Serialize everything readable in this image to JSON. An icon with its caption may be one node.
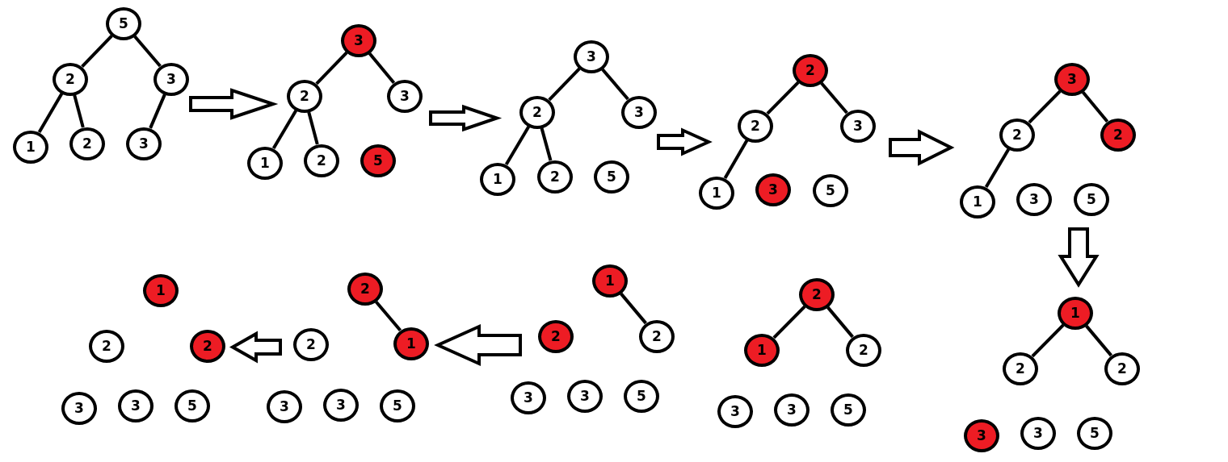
{
  "diagram": {
    "nodes": [
      {
        "text": [],
        "shape": "picture"
      },
      {
        "text": [
          "5"
        ],
        "in": 0
      },
      {
        "text": [
          "2"
        ],
        "in": 0
      },
      {
        "text": [
          "3"
        ],
        "in": 0
      },
      {
        "text": [
          "1"
        ],
        "in": 0
      },
      {
        "text": [
          "2"
        ],
        "in": 0
      },
      {
        "text": [
          "3"
        ],
        "in": 0
      },
      {
        "text": [],
        "shape": "picture"
      },
      {
        "text": [
          "3"
        ],
        "in": 7
      },
      {
        "text": [
          "2"
        ],
        "in": 7
      },
      {
        "text": [
          "3"
        ],
        "in": 7
      },
      {
        "text": [
          "1"
        ],
        "in": 7
      },
      {
        "text": [
          "2"
        ],
        "in": 7
      },
      {
        "text": [
          "5"
        ],
        "in": 7
      },
      {
        "text": [],
        "shape": "picture"
      },
      {
        "text": [
          "3"
        ],
        "in": 14
      },
      {
        "text": [
          "2"
        ],
        "in": 14
      },
      {
        "text": [
          "3"
        ],
        "in": 14
      },
      {
        "text": [
          "1"
        ],
        "in": 14
      },
      {
        "text": [
          "2"
        ],
        "in": 14
      },
      {
        "text": [
          "5"
        ],
        "in": 14
      },
      {
        "text": [],
        "shape": "picture"
      },
      {
        "text": [
          "2"
        ],
        "in": 21
      },
      {
        "text": [
          "2"
        ],
        "in": 21
      },
      {
        "text": [
          "3"
        ],
        "in": 21
      },
      {
        "text": [
          "1"
        ],
        "in": 21
      },
      {
        "text": [
          "3"
        ],
        "in": 21
      },
      {
        "text": [
          "5"
        ],
        "in": 21
      },
      {
        "text": [],
        "shape": "picture"
      },
      {
        "text": [
          "3"
        ],
        "in": 28
      },
      {
        "text": [
          "2"
        ],
        "in": 28
      },
      {
        "text": [
          "2"
        ],
        "in": 28
      },
      {
        "text": [
          "1"
        ],
        "in": 28
      },
      {
        "text": [
          "3"
        ],
        "in": 28
      },
      {
        "text": [
          "5"
        ],
        "in": 28
      },
      {
        "text": [],
        "shape": "picture"
      },
      {
        "text": [
          "1"
        ],
        "in": 35
      },
      {
        "text": [
          "2"
        ],
        "in": 35
      },
      {
        "text": [
          "2"
        ],
        "in": 35
      },
      {
        "text": [
          "3"
        ],
        "in": 35
      },
      {
        "text": [
          "3"
        ],
        "in": 35
      },
      {
        "text": [
          "5"
        ],
        "in": 35
      },
      {
        "text": [],
        "shape": "picture"
      },
      {
        "text": [
          "2"
        ],
        "in": 42
      },
      {
        "text": [
          "1"
        ],
        "in": 42
      },
      {
        "text": [
          "2"
        ],
        "in": 42
      },
      {
        "text": [
          "3"
        ],
        "in": 42
      },
      {
        "text": [
          "3"
        ],
        "in": 42
      },
      {
        "text": [
          "5"
        ],
        "in": 42
      },
      {
        "text": [],
        "shape": "picture"
      },
      {
        "text": [
          "1"
        ],
        "in": 49
      },
      {
        "text": [
          "2"
        ],
        "in": 49
      },
      {
        "text": [
          "2"
        ],
        "in": 49
      },
      {
        "text": [
          "3"
        ],
        "in": 49
      },
      {
        "text": [
          "3"
        ],
        "in": 49
      },
      {
        "text": [
          "5"
        ],
        "in": 49
      },
      {
        "text": [],
        "shape": "picture"
      },
      {
        "text": [
          "2"
        ],
        "in": 56
      },
      {
        "text": [
          "2"
        ],
        "in": 56
      },
      {
        "text": [
          "1"
        ],
        "in": 56
      },
      {
        "text": [
          "3"
        ],
        "in": 56
      },
      {
        "text": [
          "3"
        ],
        "in": 56
      },
      {
        "text": [
          "5"
        ],
        "in": 56
      },
      {
        "text": [],
        "shape": "picture"
      },
      {
        "text": [
          "1"
        ],
        "in": 63
      },
      {
        "text": [
          "2"
        ],
        "in": 63
      },
      {
        "text": [
          "2"
        ],
        "in": 63
      },
      {
        "text": [
          "3"
        ],
        "in": 63
      },
      {
        "text": [
          "3"
        ],
        "in": 63
      },
      {
        "text": [
          "5"
        ],
        "in": 63
      }
    ],
    "edges": [
      {
        "from": 1,
        "to": 2,
        "arrow": "none"
      },
      {
        "from": 1,
        "to": 3,
        "arrow": "none"
      },
      {
        "from": 2,
        "to": 4,
        "arrow": "none"
      },
      {
        "from": 2,
        "to": 5,
        "arrow": "none"
      },
      {
        "from": 3,
        "to": 6,
        "arrow": "none"
      },
      {
        "from": 0,
        "to": 7,
        "arrow": "to",
        "style": "thick"
      },
      {
        "from": 8,
        "to": 9,
        "arrow": "none"
      },
      {
        "from": 8,
        "to": 10,
        "arrow": "none"
      },
      {
        "from": 9,
        "to": 11,
        "arrow": "none"
      },
      {
        "from": 9,
        "to": 12,
        "arrow": "none"
      },
      {
        "from": 7,
        "to": 14,
        "arrow": "to",
        "style": "thick"
      },
      {
        "from": 15,
        "to": 16,
        "arrow": "none"
      },
      {
        "from": 15,
        "to": 17,
        "arrow": "none"
      },
      {
        "from": 16,
        "to": 18,
        "arrow": "none"
      },
      {
        "from": 16,
        "to": 19,
        "arrow": "none"
      },
      {
        "from": 14,
        "to": 21,
        "arrow": "to",
        "style": "thick"
      },
      {
        "from": 22,
        "to": 23,
        "arrow": "none"
      },
      {
        "from": 22,
        "to": 24,
        "arrow": "none"
      },
      {
        "from": 23,
        "to": 25,
        "arrow": "none"
      },
      {
        "from": 21,
        "to": 28,
        "arrow": "to",
        "style": "thick"
      },
      {
        "from": 29,
        "to": 30,
        "arrow": "none"
      },
      {
        "from": 29,
        "to": 31,
        "arrow": "none"
      },
      {
        "from": 30,
        "to": 32,
        "arrow": "none"
      },
      {
        "from": 28,
        "to": 35,
        "arrow": "to",
        "style": "thick"
      },
      {
        "from": 36,
        "to": 37,
        "arrow": "none"
      },
      {
        "from": 36,
        "to": 38,
        "arrow": "none"
      },
      {
        "from": 43,
        "to": 44,
        "arrow": "none"
      },
      {
        "from": 43,
        "to": 45,
        "arrow": "none"
      },
      {
        "from": 50,
        "to": 52,
        "arrow": "none"
      },
      {
        "from": 49,
        "to": 56,
        "arrow": "to",
        "style": "thick"
      },
      {
        "from": 57,
        "to": 59,
        "arrow": "none"
      },
      {
        "from": 56,
        "to": 63,
        "arrow": "to",
        "style": "thick"
      }
    ]
  }
}
